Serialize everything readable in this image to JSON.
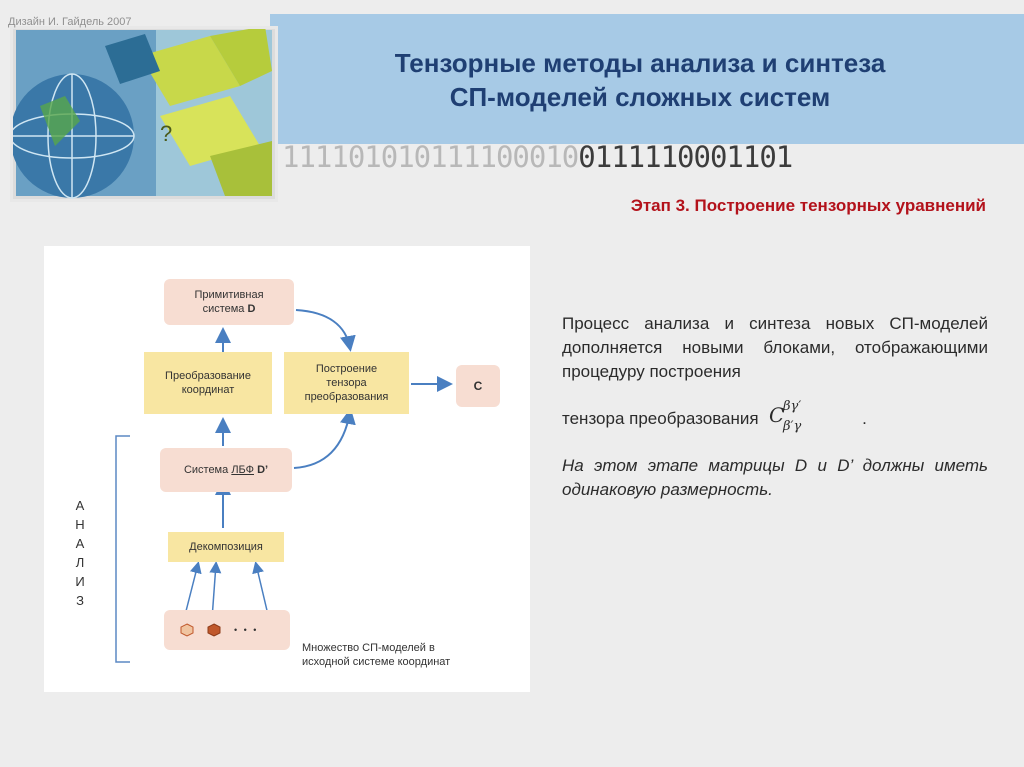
{
  "credit": "Дизайн И. Гайдель 2007",
  "title": {
    "line1": "Тензорные методы анализа и синтеза",
    "line2": "СП-моделей сложных систем"
  },
  "binary": {
    "light": "111101010111100010",
    "dark": "0111110001101"
  },
  "stage_heading": "Этап 3. Построение тензорных уравнений",
  "diagram": {
    "primitive_line1": "Примитивная",
    "primitive_line2": "система",
    "primitive_symbol": "D",
    "transform_line1": "Преобразование",
    "transform_line2": "координат",
    "tensor_line1": "Построение",
    "tensor_line2": "тензора",
    "tensor_line3": "преобразования",
    "c_box": "C",
    "lbf_prefix": "Система",
    "lbf_underlined": "ЛБФ",
    "lbf_symbol": "D’",
    "decomposition": "Декомпозиция",
    "dots": "• • •",
    "set_label_line1": "Множество СП-моделей в",
    "set_label_line2": "исходной системе координат",
    "analysis_letters": [
      "А",
      "Н",
      "А",
      "Л",
      "И",
      "З"
    ]
  },
  "description": {
    "para1_text": "Процесс анализа и синтеза новых СП-моделей дополняется новыми блоками, отображающими процедуру построения",
    "para2_prefix": "тензора преобразования",
    "formula_base": "C",
    "formula_sup": "βγ′",
    "formula_sub": "β′γ",
    "para2_suffix": ".",
    "para3": "На этом этапе матрицы D и D’ должны иметь одинаковую размерность."
  },
  "colors": {
    "title": "#1f3f73",
    "stage_heading": "#b3121b",
    "box_pink": "#f7ddd2",
    "box_yellow": "#f8e6a2",
    "arrow": "#4a7fc1"
  }
}
